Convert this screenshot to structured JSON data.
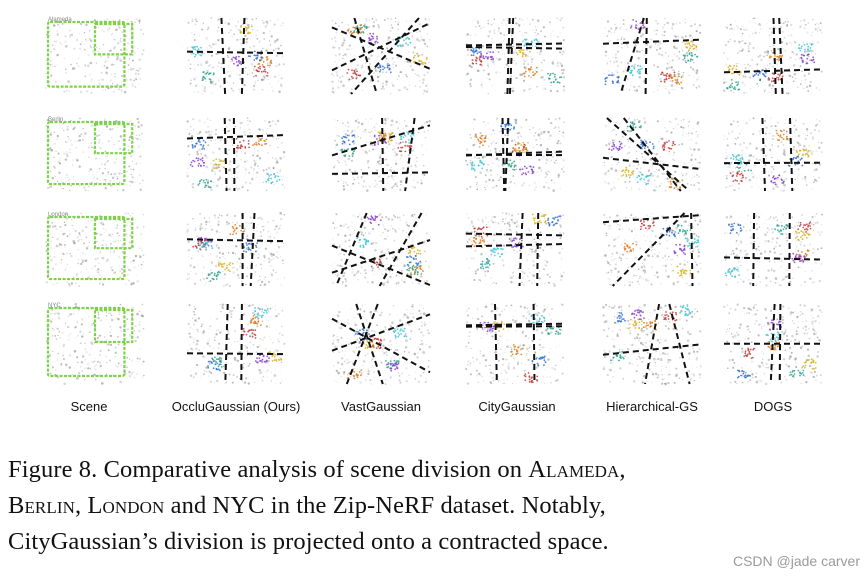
{
  "figure": {
    "columns": [
      "Scene",
      "OccluGaussian (Ours)",
      "VastGaussian",
      "CityGaussian",
      "Hierarchical-GS",
      "DOGS"
    ],
    "rows": [
      "Alameda",
      "Berlin",
      "London",
      "NYC"
    ]
  },
  "caption": {
    "line1_a": "Figure 8.  Comparative analysis of scene division on ",
    "alameda": "Alameda",
    "line1_b": ",",
    "berlin": "Berlin",
    "sep1": ", ",
    "london": "London",
    "line2_b": " and NYC in the Zip-NeRF dataset.  Notably,",
    "line3": "CityGaussian’s division is projected onto a contracted space."
  },
  "watermark": "CSDN @jade carver",
  "colors": {
    "scene_outline": "#7cd34a",
    "divider": "#111111",
    "cluster_palette": [
      "#2f6fd6",
      "#e07b1a",
      "#2aa58f",
      "#8b3fcf",
      "#c43b3b",
      "#3cc6d8",
      "#d8b21c"
    ]
  }
}
